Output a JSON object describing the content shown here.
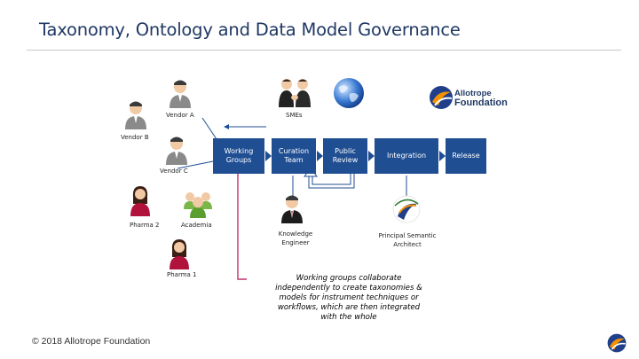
{
  "slide": {
    "title": "Taxonomy, Ontology and Data Model Governance",
    "copyright": "© 2018 Allotrope Foundation"
  },
  "people": {
    "vendor_a": "Vendor A",
    "vendor_b": "Vendor B",
    "vendor_c": "Vendor C",
    "pharma_2": "Pharma 2",
    "academia": "Academia",
    "pharma_1": "Pharma 1",
    "smes": "SMEs",
    "knowledge_engineer": "Knowledge Engineer",
    "principal_architect": "Principal Semantic Architect"
  },
  "logo": {
    "line1": "Allotrope",
    "line2": "Foundation"
  },
  "stages": [
    {
      "label": "Working Groups"
    },
    {
      "label": "Curation Team"
    },
    {
      "label": "Public Review"
    },
    {
      "label": "Integration"
    },
    {
      "label": "Release"
    }
  ],
  "note": "Working groups collaborate independently to create taxonomies & models for instrument techniques or workflows, which are then integrated with the whole",
  "colors": {
    "box_fill": "#1f4e93",
    "title": "#1f3864",
    "bracket": "#c0306b",
    "arrow_outline": "#1f4e93"
  },
  "icons": [
    "person-icon",
    "handshake-icon",
    "globe-icon",
    "allotrope-logo-icon",
    "framework-logo-icon"
  ]
}
